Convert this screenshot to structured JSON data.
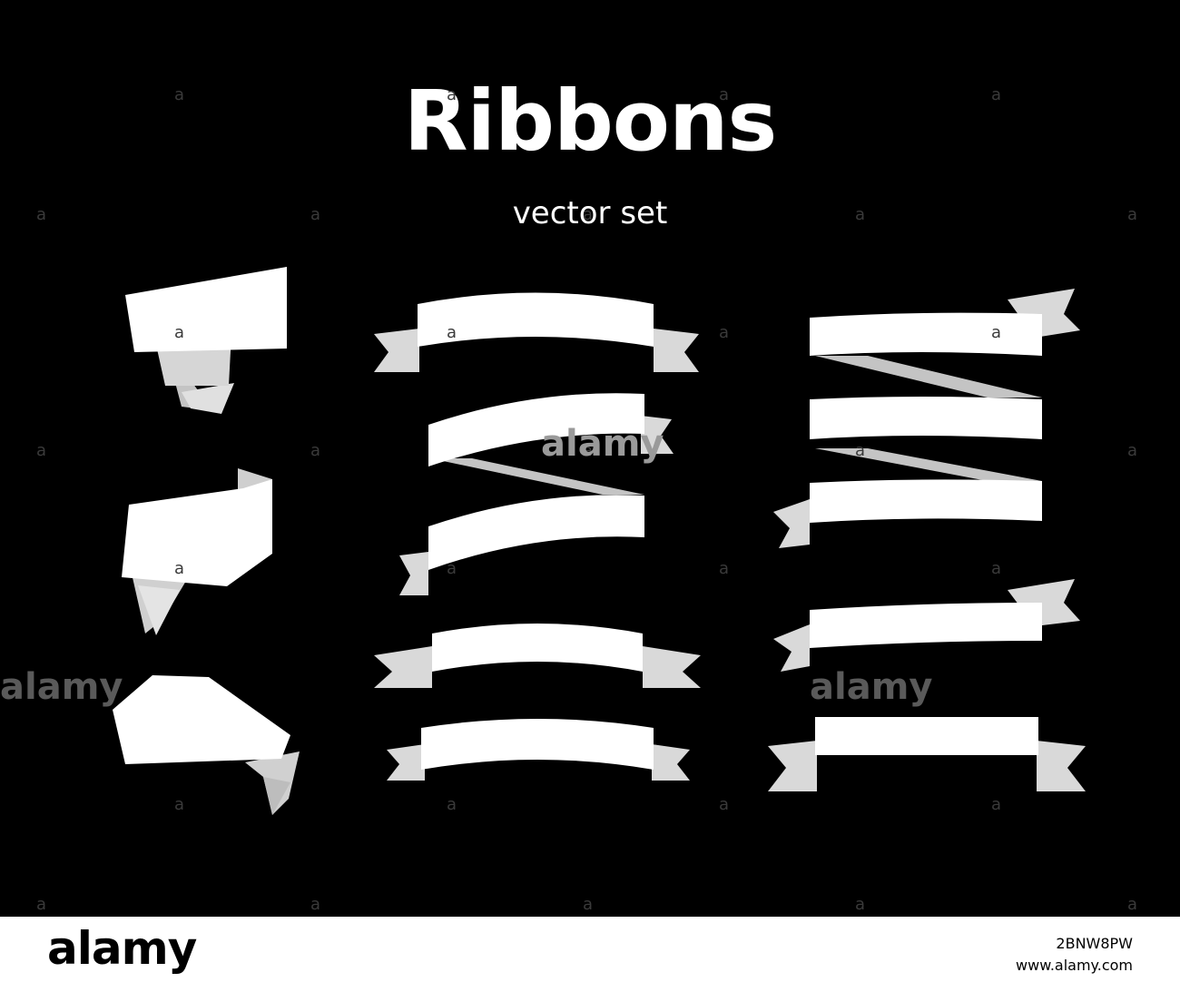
{
  "header": {
    "title": "Ribbons",
    "subtitle": "vector set"
  },
  "watermark": {
    "text": "alamy"
  },
  "footer": {
    "brand": "alamy",
    "image_id": "2BNW8PW",
    "site": "www.alamy.com"
  },
  "colors": {
    "background": "#000000",
    "ribbon_face": "#ffffff",
    "ribbon_fold": "#d9d9d9",
    "ribbon_shadow": "#bdbdbd",
    "footer_bg": "#ffffff",
    "footer_text": "#000000"
  }
}
